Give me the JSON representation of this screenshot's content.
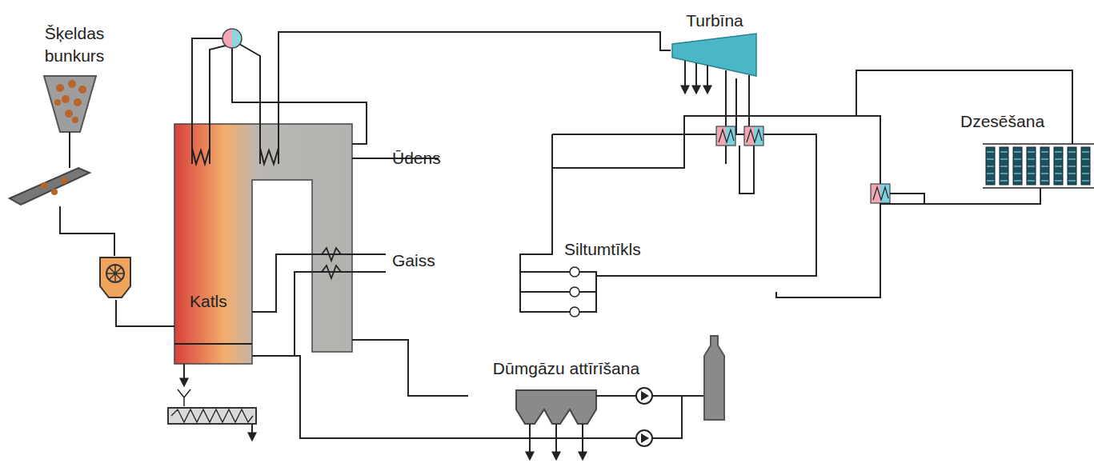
{
  "diagram": {
    "nodes": [
      {
        "text": [
          "Šķeldas bunkurs"
        ]
      },
      {
        "text": [
          "Katls"
        ]
      },
      {
        "text": [
          "Turbīna"
        ]
      },
      {
        "text": [
          "Siltumtīkls"
        ]
      },
      {
        "text": [
          "Dzesēšana"
        ]
      },
      {
        "text": [
          "Dūmgāzu attīrīšana"
        ]
      }
    ],
    "edges": [
      {
        "from": 0,
        "to": 1,
        "arrow": "none"
      },
      {
        "from": 1,
        "to": 2,
        "arrow": "none"
      },
      {
        "from": 2,
        "to": 3,
        "arrow": "none"
      },
      {
        "from": 3,
        "to": 4,
        "arrow": "none"
      },
      {
        "from": 1,
        "to": 5,
        "arrow": "none"
      }
    ],
    "labels": [
      "Ūdens",
      "Gaiss"
    ]
  }
}
